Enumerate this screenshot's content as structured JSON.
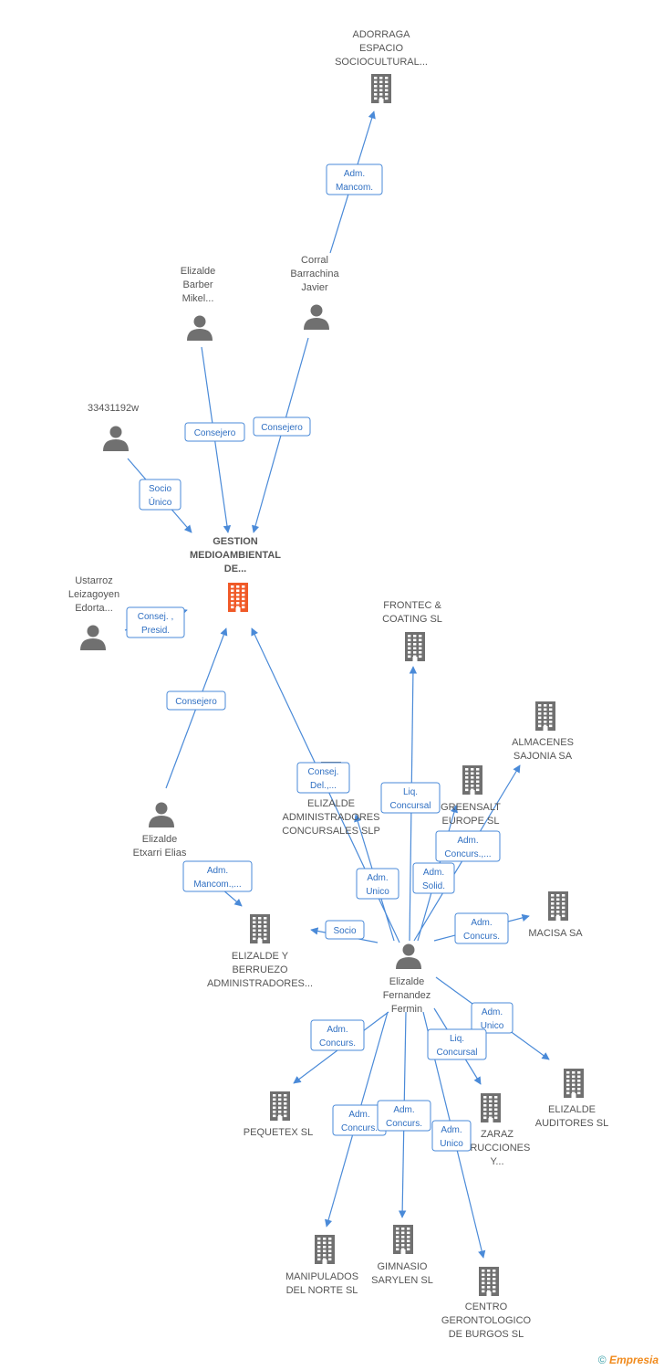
{
  "colors": {
    "edge": "#4a8ad8",
    "company": "#707070",
    "focus_company": "#f05a28",
    "person": "#707070"
  },
  "nodes": [
    {
      "id": "adorraga",
      "type": "company",
      "lines": [
        "ADORRAGA",
        "ESPACIO",
        "SOCIOCULTURAL..."
      ]
    },
    {
      "id": "corral",
      "type": "person",
      "lines": [
        "Corral",
        "Barrachina",
        "Javier"
      ]
    },
    {
      "id": "elizalde_barber",
      "type": "person",
      "lines": [
        "Elizalde",
        "Barber",
        "Mikel..."
      ]
    },
    {
      "id": "p33431192w",
      "type": "person",
      "lines": [
        "33431192w"
      ]
    },
    {
      "id": "gestion",
      "type": "company",
      "focus": true,
      "lines": [
        "GESTION",
        "MEDIOAMBIENTAL",
        "DE..."
      ]
    },
    {
      "id": "ustarroz",
      "type": "person",
      "lines": [
        "Ustarroz",
        "Leizagoyen",
        "Edorta..."
      ]
    },
    {
      "id": "frontec",
      "type": "company",
      "lines": [
        "FRONTEC &",
        "COATING  SL"
      ]
    },
    {
      "id": "almacenes",
      "type": "company",
      "lines": [
        "ALMACENES",
        "SAJONIA SA"
      ]
    },
    {
      "id": "greensalt",
      "type": "company",
      "lines": [
        "GREENSALT",
        "EUROPE SL"
      ]
    },
    {
      "id": "eliz_admin",
      "type": "company",
      "lines": [
        "ELIZALDE",
        "ADMINISTRADORES",
        "CONCURSALES SLP"
      ]
    },
    {
      "id": "etxarri",
      "type": "person",
      "lines": [
        "Elizalde",
        "Etxarri Elias"
      ]
    },
    {
      "id": "eliz_berruezo",
      "type": "company",
      "lines": [
        "ELIZALDE Y",
        "BERRUEZO",
        "ADMINISTRADORES..."
      ]
    },
    {
      "id": "macisa",
      "type": "company",
      "lines": [
        "MACISA SA"
      ]
    },
    {
      "id": "fermin",
      "type": "person",
      "lines": [
        "Elizalde",
        "Fernandez",
        "Fermin"
      ]
    },
    {
      "id": "eliz_auditores",
      "type": "company",
      "lines": [
        "ELIZALDE",
        "AUDITORES SL"
      ]
    },
    {
      "id": "zaraz",
      "type": "company",
      "lines": [
        "ZARAZ",
        "TRUCCIONES",
        "Y..."
      ]
    },
    {
      "id": "pequetex",
      "type": "company",
      "lines": [
        "PEQUETEX SL"
      ]
    },
    {
      "id": "manipulados",
      "type": "company",
      "lines": [
        "MANIPULADOS",
        "DEL NORTE SL"
      ]
    },
    {
      "id": "gimnasio",
      "type": "company",
      "lines": [
        "GIMNASIO",
        "SARYLEN SL"
      ]
    },
    {
      "id": "centro",
      "type": "company",
      "lines": [
        "CENTRO",
        "GERONTOLOGICO",
        "DE BURGOS SL"
      ]
    }
  ],
  "edges": [
    {
      "from": "corral",
      "to": "adorraga",
      "label": [
        "Adm.",
        "Mancom."
      ]
    },
    {
      "from": "elizalde_barber",
      "to": "gestion",
      "label": [
        "Consejero"
      ]
    },
    {
      "from": "corral",
      "to": "gestion",
      "label": [
        "Consejero"
      ]
    },
    {
      "from": "p33431192w",
      "to": "gestion",
      "label": [
        "Socio",
        "Único"
      ]
    },
    {
      "from": "ustarroz",
      "to": "gestion",
      "label": [
        "Consej. ,",
        "Presid."
      ]
    },
    {
      "from": "etxarri",
      "to": "gestion",
      "label": [
        "Consejero"
      ]
    },
    {
      "from": "fermin",
      "to": "gestion",
      "label": [
        "Consej.",
        "Del.,..."
      ]
    },
    {
      "from": "fermin",
      "to": "frontec",
      "label": [
        "Liq.",
        "Concursal"
      ]
    },
    {
      "from": "fermin",
      "to": "almacenes",
      "label": [
        "Adm.",
        "Concurs.,..."
      ]
    },
    {
      "from": "fermin",
      "to": "greensalt",
      "label": [
        "Adm.",
        "Solid."
      ]
    },
    {
      "from": "fermin",
      "to": "eliz_admin",
      "label": [
        "Adm.",
        "Unico"
      ]
    },
    {
      "from": "etxarri",
      "to": "eliz_berruezo",
      "label": [
        "Adm.",
        "Mancom.,..."
      ]
    },
    {
      "from": "fermin",
      "to": "eliz_berruezo",
      "label": [
        "Socio"
      ]
    },
    {
      "from": "fermin",
      "to": "macisa",
      "label": [
        "Adm.",
        "Concurs."
      ]
    },
    {
      "from": "fermin",
      "to": "eliz_auditores",
      "label": [
        "Adm.",
        "Unico"
      ]
    },
    {
      "from": "fermin",
      "to": "zaraz",
      "label": [
        "Liq.",
        "Concursal"
      ]
    },
    {
      "from": "fermin",
      "to": "pequetex",
      "label": [
        "Adm.",
        "Concurs."
      ]
    },
    {
      "from": "fermin",
      "to": "manipulados",
      "label": [
        "Adm.",
        "Concurs."
      ]
    },
    {
      "from": "fermin",
      "to": "gimnasio",
      "label": [
        "Adm.",
        "Concurs."
      ]
    },
    {
      "from": "fermin",
      "to": "centro",
      "label": [
        "Adm.",
        "Unico"
      ]
    }
  ],
  "footer": {
    "copyright": "©",
    "brand": "Empresia"
  }
}
